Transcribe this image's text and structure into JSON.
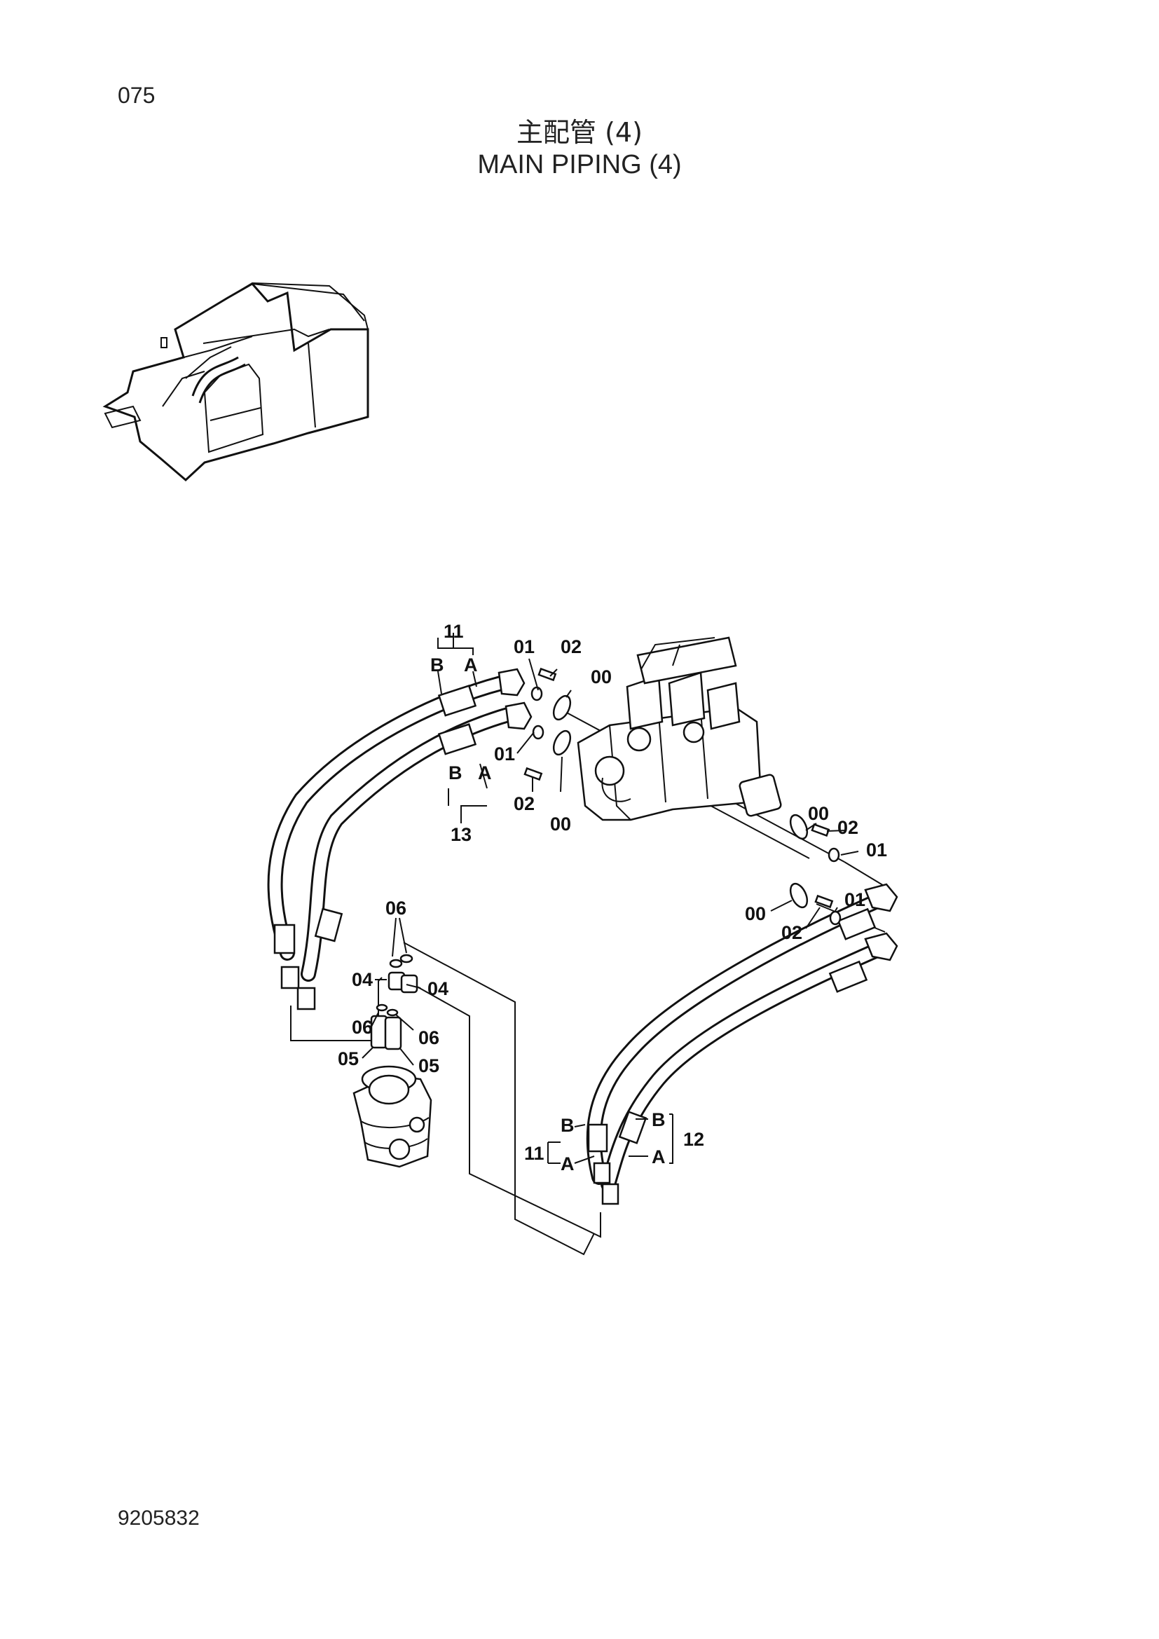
{
  "header": {
    "page_number": "075",
    "title_jp": "主配管 (4)",
    "title_en": "MAIN PIPING (4)"
  },
  "footer": {
    "doc_number": "9205832"
  },
  "callouts": {
    "c11_top": "11",
    "b_top": "B",
    "a_top": "A",
    "c13": "13",
    "b_mid": "B",
    "a_mid": "A",
    "c01_a": "01",
    "c02_a": "02",
    "c00_a": "00",
    "c01_b": "01",
    "c02_b": "02",
    "c00_b": "00",
    "c00_c": "00",
    "c02_c": "02",
    "c01_c": "01",
    "c00_d": "00",
    "c01_d": "01",
    "c02_d": "02",
    "c06_a": "06",
    "c04_a": "04",
    "c04_b": "04",
    "c06_b": "06",
    "c06_c": "06",
    "c05_a": "05",
    "c05_b": "05",
    "c11_bottom": "11",
    "b_bl": "B",
    "a_bl": "A",
    "b_br": "B",
    "a_br": "A",
    "c12": "12"
  }
}
